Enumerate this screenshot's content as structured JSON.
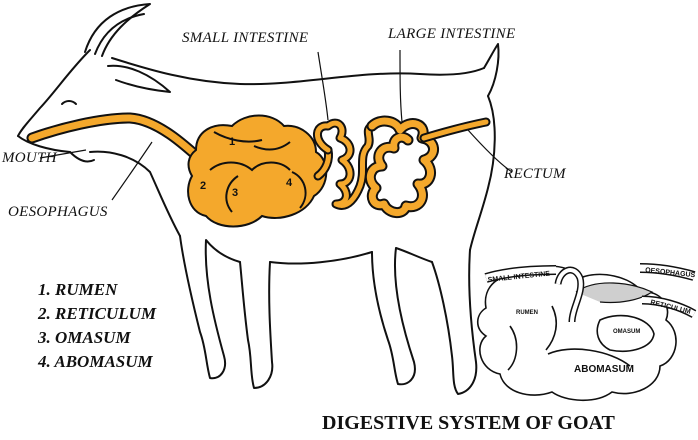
{
  "labels": {
    "small_intestine": "SMALL INTESTINE",
    "large_intestine": "LARGE INTESTINE",
    "mouth": "MOUTH",
    "oesophagus": "OESOPHAGUS",
    "rectum": "RECTUM"
  },
  "stomach_numbers": [
    "1",
    "2",
    "3",
    "4"
  ],
  "legend": [
    "1. RUMEN",
    "2. RETICULUM",
    "3. OMASUM",
    "4. ABOMASUM"
  ],
  "inset": {
    "small_intestine": "SMALL INTESTINE",
    "oesophagus": "OESOPHAGUS",
    "reticulum": "RETICULUM",
    "rumen": "RUMEN",
    "omasum": "OMASUM",
    "abomasum": "ABOMASUM"
  },
  "title": "DIGESTIVE SYSTEM OF GOAT",
  "colors": {
    "organ_fill": "#f4a82c",
    "outline": "#111111"
  }
}
